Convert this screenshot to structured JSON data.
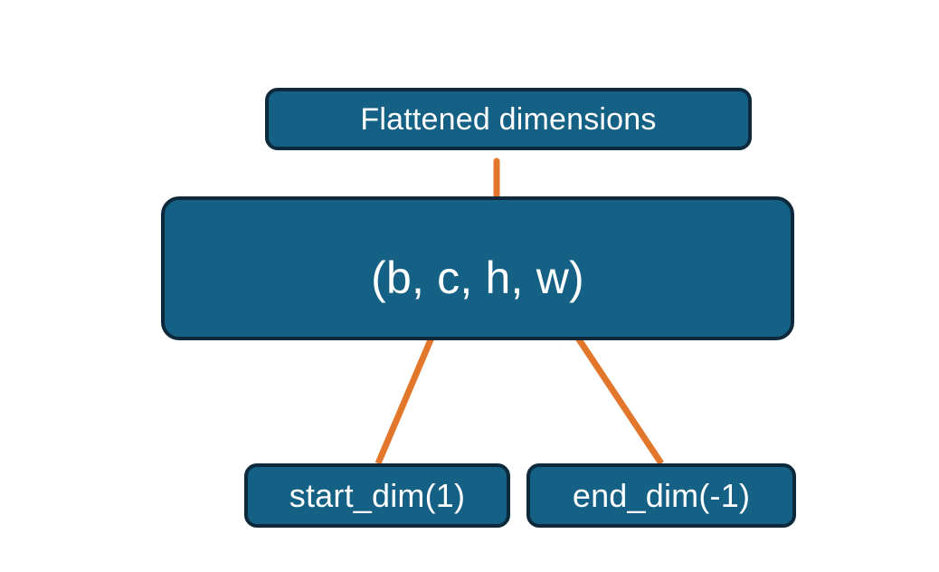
{
  "diagram": {
    "title_box": {
      "label": "Flattened dimensions"
    },
    "shape_box": {
      "label": "(b, c, h, w)"
    },
    "start_dim_box": {
      "label": "start_dim(1)"
    },
    "end_dim_box": {
      "label": "end_dim(-1)"
    },
    "colors": {
      "box_fill": "#156085",
      "box_border": "#0c2a3c",
      "box_text": "#ffffff",
      "connector": "#e2762a",
      "background": "#ffffff"
    },
    "connectors": [
      {
        "name": "brace-to-flattened",
        "kind": "curly-brace-up",
        "from": "shape_box.c_h_w",
        "to": "title_box"
      },
      {
        "name": "start-dim-arrow",
        "kind": "arrow",
        "from": "start_dim_box",
        "to": "shape_box.c"
      },
      {
        "name": "end-dim-arrow",
        "kind": "arrow",
        "from": "end_dim_box",
        "to": "shape_box.w"
      }
    ]
  }
}
